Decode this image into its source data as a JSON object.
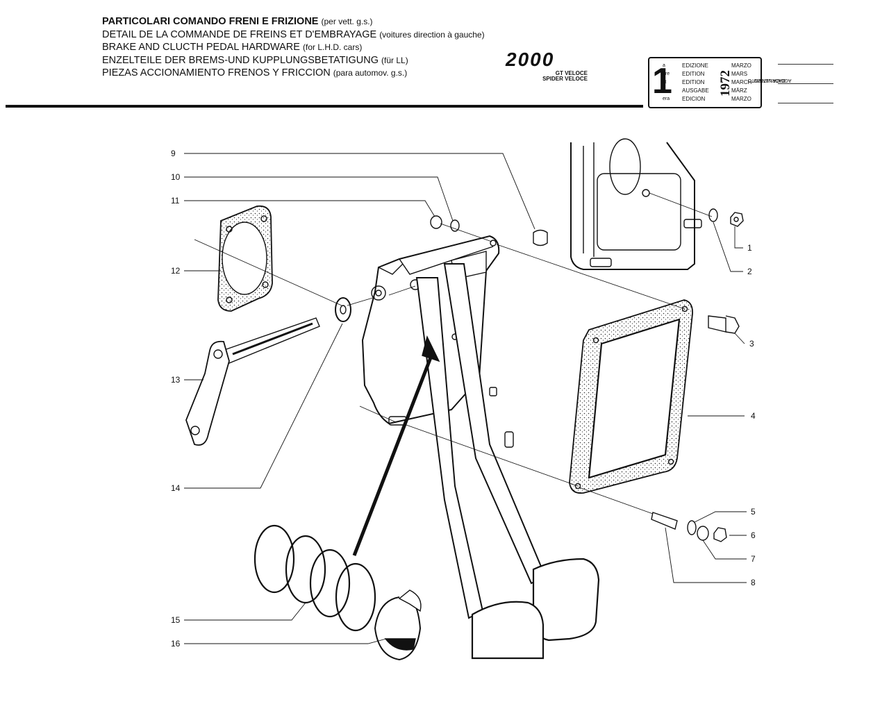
{
  "header": {
    "lines": [
      {
        "main": "PARTICOLARI COMANDO FRENI E FRIZIONE",
        "note": "(per vett. g.s.)"
      },
      {
        "main": "DETAIL DE LA COMMANDE DE FREINS ET D'EMBRAYAGE",
        "note": "(voitures direction à gauche)"
      },
      {
        "main": "BRAKE AND CLUCTH PEDAL HARDWARE",
        "note": "(for L.H.D. cars)"
      },
      {
        "main": "ENZELTEILE DER BREMS-UND KUPPLUNGSBETATIGUNG",
        "note": "(für LL)"
      },
      {
        "main": "PIEZAS ACCIONAMIENTO FRENOS Y FRICCION",
        "note": "(para automov. g.s.)"
      }
    ]
  },
  "logo": {
    "text": "2000",
    "sub1": "GT VELOCE",
    "sub2": "SPIDER VELOCE"
  },
  "edition": {
    "number": "1",
    "suffixes": [
      "a",
      "ere",
      "st",
      ".",
      "era"
    ],
    "labels": [
      "EDIZIONE",
      "EDITION",
      "EDITION",
      "AUSGABE",
      "EDICION"
    ],
    "year": "1972",
    "months": [
      "MARZO",
      "MARS",
      "MARCH",
      "MÄRZ",
      "MARZO"
    ],
    "last_update_label_1": "DATA ULTIMO",
    "last_update_label_2": "AGGIORNAMENTO"
  },
  "callouts": {
    "n1": "1",
    "n2": "2",
    "n3": "3",
    "n4": "4",
    "n5": "5",
    "n6": "6",
    "n7": "7",
    "n8": "8",
    "n9": "9",
    "n10": "10",
    "n11": "11",
    "n12": "12",
    "n13": "13",
    "n14": "14",
    "n15": "15",
    "n16": "16"
  }
}
